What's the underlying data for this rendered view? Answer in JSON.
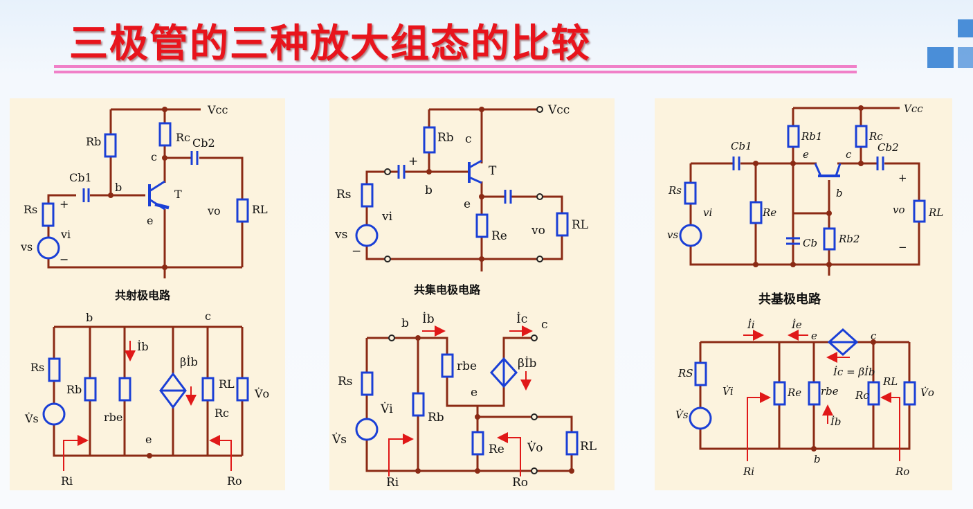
{
  "title": "三极管的三种放大组态的比较",
  "colors": {
    "title": "#e8141c",
    "wire": "#8b2a14",
    "component": "#1a3fd6",
    "arrow": "#e01818",
    "panel": "#fcf3de",
    "rule": "#f080c8",
    "accent": "#4a8ed8"
  },
  "icons": [
    "transistor-icon",
    "resistor-icon",
    "capacitor-icon",
    "voltage-source-icon",
    "dependent-current-source-icon",
    "ground-icon",
    "current-arrow-icon"
  ],
  "panels": [
    {
      "caption": "共射极电路",
      "labels": {
        "vcc": "Vcc",
        "rb": "Rb",
        "rc": "Rc",
        "cb2": "Cb2",
        "cb1": "Cb1",
        "b": "b",
        "c": "c",
        "e": "e",
        "t": "T",
        "rs": "Rs",
        "rl": "RL",
        "vi": "vi",
        "vo": "vo",
        "vs": "vs",
        "plus": "+",
        "minus": "−",
        "b2": "b",
        "c2": "c",
        "e2": "e",
        "rs2": "Rs",
        "rb2": "Rb",
        "rbe": "rbe",
        "rl2": "RL",
        "rc2": "Rc",
        "vs2": "V̇s",
        "ib": "İb",
        "beta_ib": "βİb",
        "vo2": "V̇o",
        "ri": "Ri",
        "ro": "Ro"
      }
    },
    {
      "caption": "共集电极电路",
      "labels": {
        "vcc": "Vcc",
        "rb": "Rb",
        "c": "c",
        "t": "T",
        "b": "b",
        "e": "e",
        "rs": "Rs",
        "vs": "vs",
        "vi": "vi",
        "re": "Re",
        "vo": "vo",
        "rl": "RL",
        "plus": "+",
        "minus": "−",
        "b2": "b",
        "ib": "İb",
        "ic": "İc",
        "c2": "c",
        "rs2": "Rs",
        "rbe": "rbe",
        "beta_ib": "βİb",
        "e2": "e",
        "vi2": "V̇i",
        "rb2": "Rb",
        "vs2": "V̇s",
        "re2": "Re",
        "vo2": "V̇o",
        "rl2": "RL",
        "ri": "Ri",
        "ro": "Ro"
      }
    },
    {
      "caption": "共基极电路",
      "labels": {
        "vcc": "Vcc",
        "cb1": "Cb1",
        "rb1": "Rb1",
        "rc": "Rc",
        "cb2": "Cb2",
        "e": "e",
        "c": "c",
        "b": "b",
        "rs": "Rs",
        "vi": "vi",
        "re": "Re",
        "vo": "vo",
        "rl": "RL",
        "vs": "vs",
        "cb": "Cb",
        "rb2": "Rb2",
        "plus": "+",
        "minus": "−",
        "ii": "İi",
        "ie": "İe",
        "e2": "e",
        "c2": "c",
        "ic": "İc = βİb",
        "rs2": "RS",
        "vi2": "V̇i",
        "re2": "Re",
        "rbe": "rbe",
        "rc2": "Rc",
        "rl2": "RL",
        "vo2": "V̇o",
        "vs2": "V̇s",
        "ib": "İb",
        "b2": "b",
        "ri": "Ri",
        "ro": "Ro"
      }
    }
  ]
}
